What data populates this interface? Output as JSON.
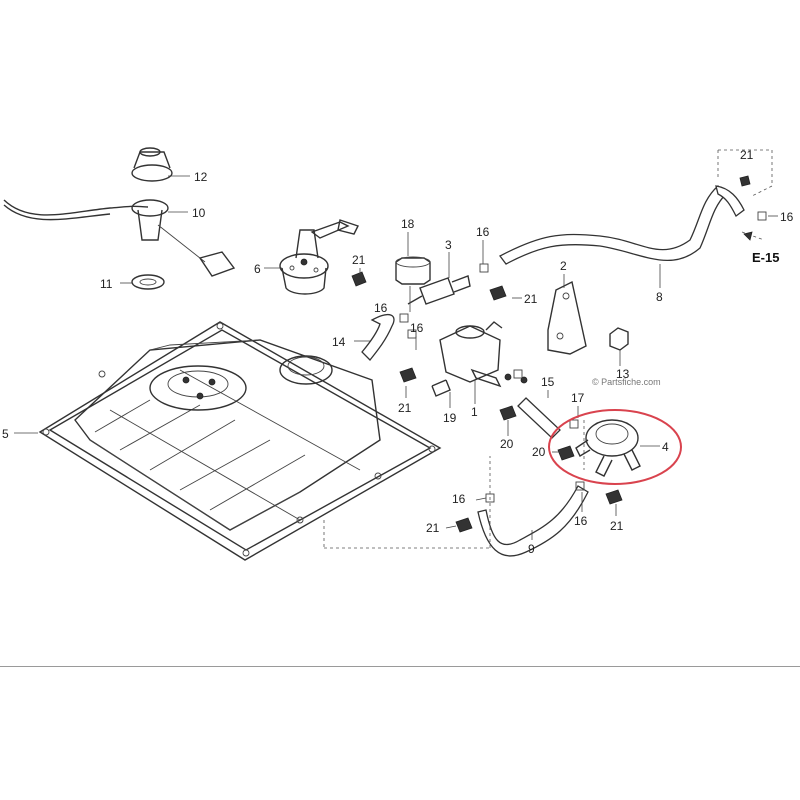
{
  "diagram": {
    "callouts": [
      {
        "id": "c12",
        "text": "12"
      },
      {
        "id": "c10",
        "text": "10"
      },
      {
        "id": "c11",
        "text": "11"
      },
      {
        "id": "c6",
        "text": "6"
      },
      {
        "id": "c5",
        "text": "5"
      },
      {
        "id": "c18",
        "text": "18"
      },
      {
        "id": "c3",
        "text": "3"
      },
      {
        "id": "c16a",
        "text": "16"
      },
      {
        "id": "c21a",
        "text": "21"
      },
      {
        "id": "c16b",
        "text": "16"
      },
      {
        "id": "c16c",
        "text": "16"
      },
      {
        "id": "c14",
        "text": "14"
      },
      {
        "id": "c21b",
        "text": "21"
      },
      {
        "id": "c19",
        "text": "19"
      },
      {
        "id": "c1",
        "text": "1"
      },
      {
        "id": "c21c",
        "text": "21"
      },
      {
        "id": "c2",
        "text": "2"
      },
      {
        "id": "c13",
        "text": "13"
      },
      {
        "id": "c15",
        "text": "15"
      },
      {
        "id": "c17",
        "text": "17"
      },
      {
        "id": "c20a",
        "text": "20"
      },
      {
        "id": "c20b",
        "text": "20"
      },
      {
        "id": "c4",
        "text": "4"
      },
      {
        "id": "c16d",
        "text": "16"
      },
      {
        "id": "c16e",
        "text": "16"
      },
      {
        "id": "c21d",
        "text": "21"
      },
      {
        "id": "c21e",
        "text": "21"
      },
      {
        "id": "c9",
        "text": "9"
      },
      {
        "id": "c8",
        "text": "8"
      },
      {
        "id": "c21f",
        "text": "21"
      },
      {
        "id": "c16f",
        "text": "16"
      }
    ],
    "ref_label": "E-15",
    "watermark": "© Partsfiche.com",
    "highlight_color": "#d9434e",
    "line_color": "#333333"
  }
}
